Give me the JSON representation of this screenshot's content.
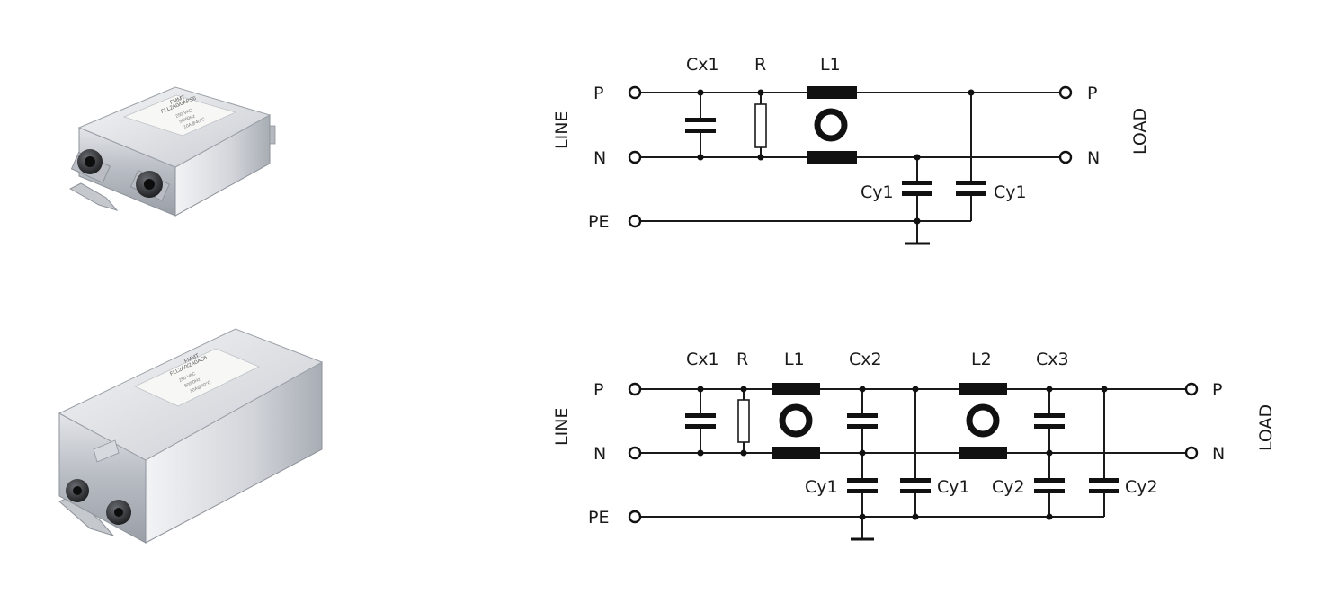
{
  "products": [
    {
      "name": "single-stage-filter",
      "label_lines": [
        "FMMT",
        "FLL2A0/0APS6",
        "250 VAC",
        "50/60Hz",
        "10A@40°C"
      ],
      "terminals": 2
    },
    {
      "name": "two-stage-filter",
      "label_lines": [
        "FMMT",
        "FLL2A0/2A0AS6",
        "250 VAC",
        "50/60Hz",
        "10A@40°C"
      ],
      "terminals": 2
    }
  ],
  "circuits": [
    {
      "line_side": "LINE",
      "load_side": "LOAD",
      "left_terminals": [
        "P",
        "N",
        "PE"
      ],
      "right_terminals": [
        "P",
        "N"
      ],
      "components": [
        "Cx1",
        "R",
        "L1",
        "Cy1",
        "Cy1"
      ]
    },
    {
      "line_side": "LINE",
      "load_side": "LOAD",
      "left_terminals": [
        "P",
        "N",
        "PE"
      ],
      "right_terminals": [
        "P",
        "N"
      ],
      "components": [
        "Cx1",
        "R",
        "L1",
        "Cx2",
        "L2",
        "Cx3",
        "Cy1",
        "Cy1",
        "Cy2",
        "Cy2"
      ]
    }
  ],
  "colors": {
    "wire": "#1a1a1a",
    "metal_light": "#e6e8ec",
    "metal_dark": "#9da2aa"
  }
}
